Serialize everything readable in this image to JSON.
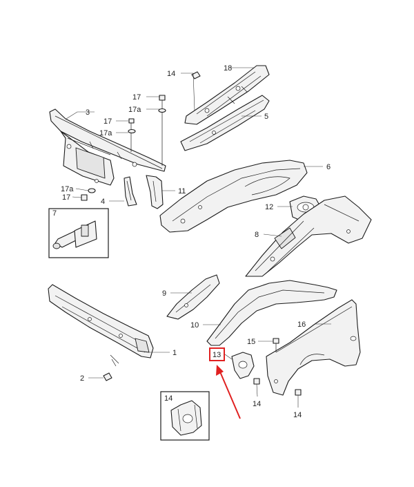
{
  "labels": {
    "l18": "18",
    "l14_top": "14",
    "l17_a": "17",
    "l17a_a": "17a",
    "l3": "3",
    "l17_b": "17",
    "l17a_b": "17a",
    "l5": "5",
    "l6": "6",
    "l17a_c": "17a",
    "l17_c": "17",
    "l4": "4",
    "l11": "11",
    "l12": "12",
    "l7": "7",
    "l8": "8",
    "l9": "9",
    "l10": "10",
    "l16": "16",
    "l15": "15",
    "l1": "1",
    "l13": "13",
    "l2": "2",
    "l14_inset": "14",
    "l14_mid": "14",
    "l14_right": "14"
  },
  "colors": {
    "highlight": "#e02020",
    "line": "#1a1a1a",
    "background": "#ffffff"
  }
}
